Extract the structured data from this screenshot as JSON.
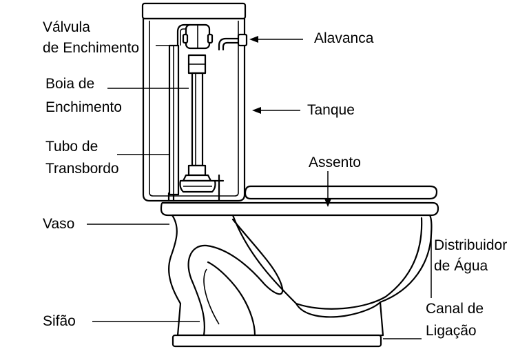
{
  "diagram": {
    "labels": {
      "valvula_line1": "Válvula",
      "valvula_line2": "de Enchimento",
      "boia_line1": "Boia de",
      "boia_line2": "Enchimento",
      "tubo_line1": "Tubo de",
      "tubo_line2": "Transbordo",
      "vaso": "Vaso",
      "sifao": "Sifão",
      "alavanca": "Alavanca",
      "tanque": "Tanque",
      "assento": "Assento",
      "distribuidor_line1": "Distribuidor",
      "distribuidor_line2": "de Água",
      "canal_line1": "Canal de",
      "canal_line2": "Ligação"
    },
    "colors": {
      "stroke": "#000000",
      "fill": "#ffffff",
      "text": "#000000"
    }
  }
}
